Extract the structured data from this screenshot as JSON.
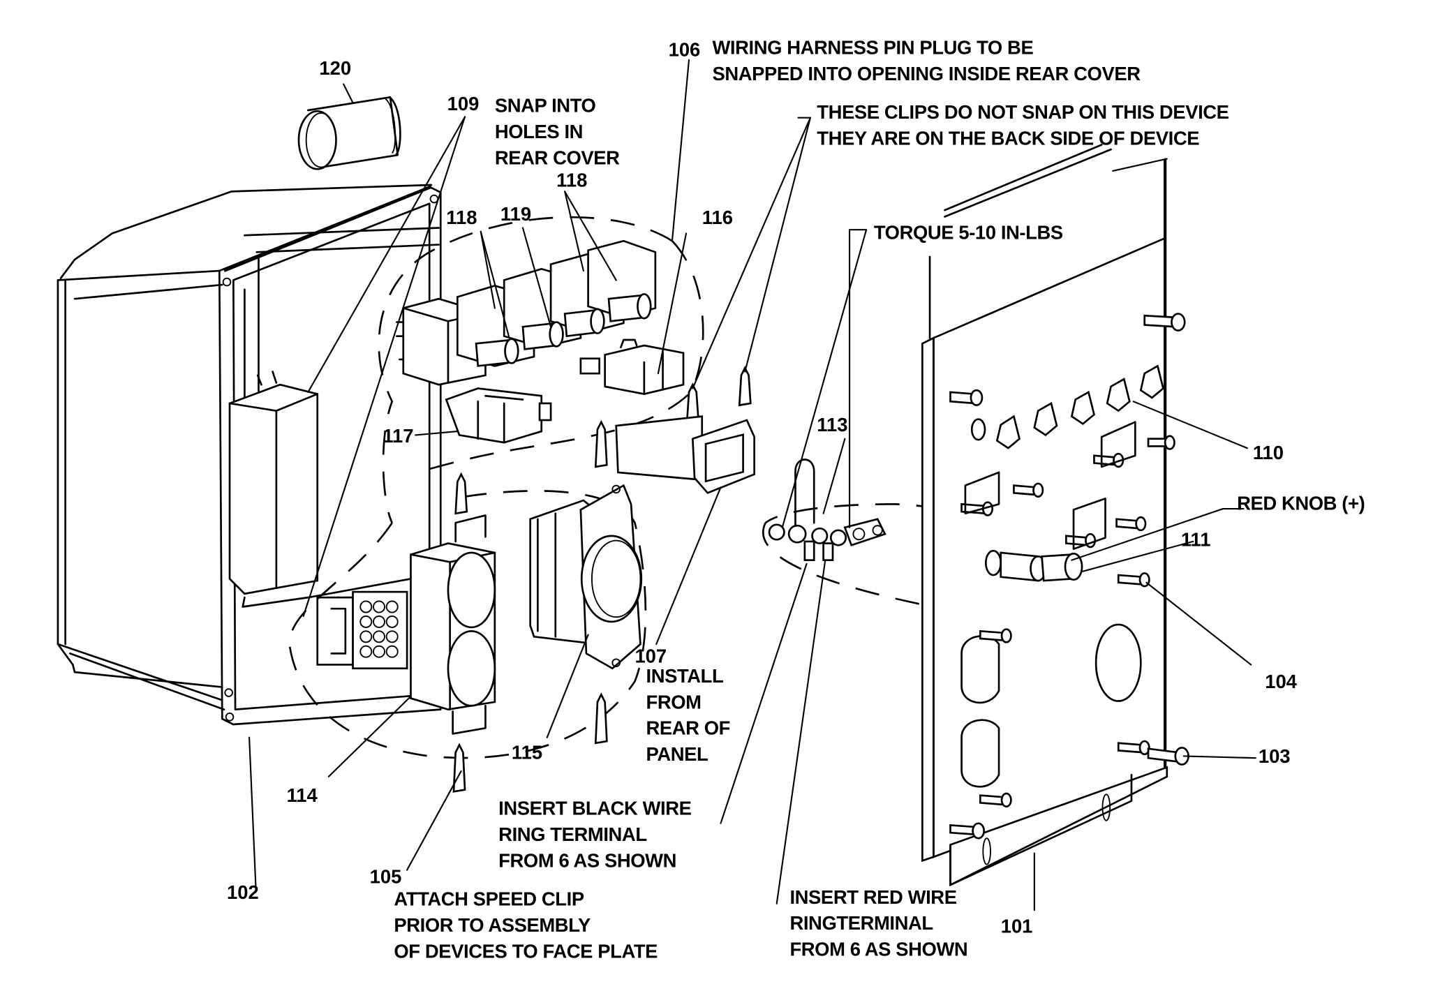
{
  "diagram": {
    "title": "Control panel exploded assembly",
    "colors": {
      "line": "#000000",
      "background": "#ffffff"
    },
    "callouts": [
      {
        "id": "101",
        "text": "101"
      },
      {
        "id": "102",
        "text": "102"
      },
      {
        "id": "103",
        "text": "103"
      },
      {
        "id": "104",
        "text": "104"
      },
      {
        "id": "105",
        "text": "105"
      },
      {
        "id": "106",
        "text": "106"
      },
      {
        "id": "107",
        "text": "107"
      },
      {
        "id": "109",
        "text": "109"
      },
      {
        "id": "110",
        "text": "110"
      },
      {
        "id": "111",
        "text": "111"
      },
      {
        "id": "113",
        "text": "113"
      },
      {
        "id": "114",
        "text": "114"
      },
      {
        "id": "115",
        "text": "115"
      },
      {
        "id": "116",
        "text": "116"
      },
      {
        "id": "117",
        "text": "117"
      },
      {
        "id": "118a",
        "text": "118"
      },
      {
        "id": "118b",
        "text": "118"
      },
      {
        "id": "119",
        "text": "119"
      },
      {
        "id": "120",
        "text": "120"
      }
    ],
    "notes": {
      "wiring_harness": [
        "WIRING HARNESS PIN PLUG TO BE",
        "SNAPPED INTO OPENING INSIDE REAR COVER"
      ],
      "clips": [
        "THESE CLIPS DO NOT SNAP ON THIS DEVICE",
        "THEY ARE ON THE BACK SIDE OF DEVICE"
      ],
      "snap_into": [
        "SNAP INTO",
        "HOLES IN",
        "REAR COVER"
      ],
      "torque": "TORQUE 5-10 IN-LBS",
      "red_knob": "RED KNOB (+)",
      "install_rear": [
        "INSTALL",
        "FROM",
        "REAR OF",
        "PANEL"
      ],
      "black_wire": [
        "INSERT BLACK WIRE",
        "RING TERMINAL",
        "FROM 6 AS SHOWN"
      ],
      "speed_clip": [
        "ATTACH SPEED CLIP",
        "PRIOR TO ASSEMBLY",
        "OF DEVICES TO FACE PLATE"
      ],
      "red_wire": [
        "INSERT RED WIRE",
        "RINGTERMINAL",
        "FROM 6 AS SHOWN"
      ]
    }
  }
}
